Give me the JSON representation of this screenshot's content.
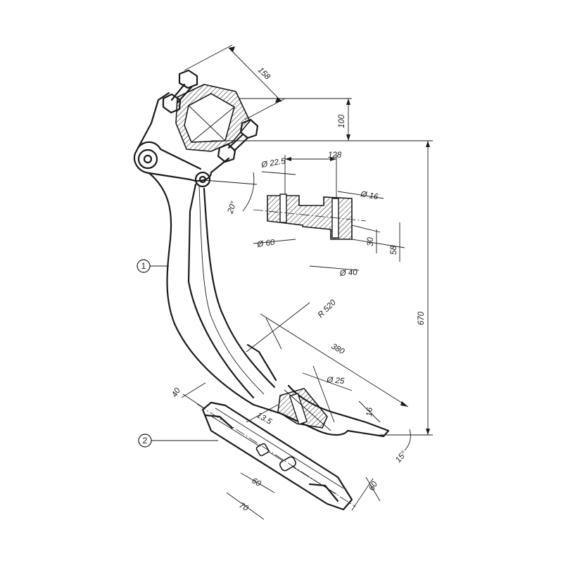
{
  "dimensions": {
    "d158": "158",
    "d100": "100",
    "d128": "128",
    "dia22_5": "Ø 22.5",
    "dia16": "Ø 16",
    "dia60": "Ø 60",
    "d30": "30",
    "d58": "58",
    "dia40": "Ø 40",
    "angle20": "20°",
    "d670": "670",
    "r520": "R 520",
    "d380": "380",
    "dia25": "Ø 25",
    "d16": "16",
    "angle15": "15°",
    "d40": "40",
    "d13_5": "13.5",
    "d60a": "60",
    "d70": "70",
    "d60b": "60"
  },
  "balloons": {
    "part1": "1",
    "part2": "2"
  }
}
